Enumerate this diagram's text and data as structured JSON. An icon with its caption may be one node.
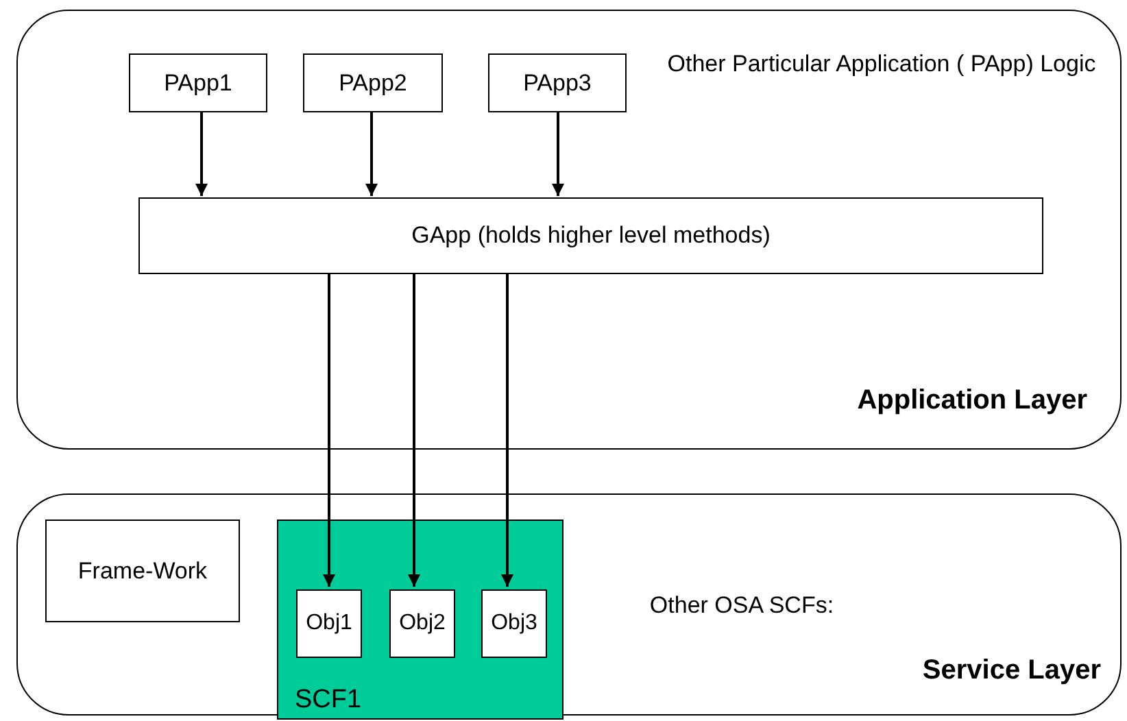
{
  "diagram": {
    "nodes": [
      {
        "text": [
          "Other Particular Application ( PApp) Logic",
          "Application Layer"
        ]
      },
      {
        "text": [
          "PApp1"
        ],
        "in": 0
      },
      {
        "text": [
          "PApp2"
        ],
        "in": 0
      },
      {
        "text": [
          "PApp3"
        ],
        "in": 0
      },
      {
        "text": [
          "GApp (holds higher level methods)"
        ],
        "in": 0
      },
      {
        "text": [
          "Other OSA SCFs:",
          "Service Layer"
        ]
      },
      {
        "text": [
          "Frame-Work"
        ],
        "in": 5
      },
      {
        "text": [
          "SCF1"
        ],
        "in": 5
      },
      {
        "text": [
          "Obj1"
        ],
        "in": 7
      },
      {
        "text": [
          "Obj2"
        ],
        "in": 7
      },
      {
        "text": [
          "Obj3"
        ],
        "in": 7
      }
    ],
    "edges": [
      {
        "from": 1,
        "to": 4,
        "arrow": "to"
      },
      {
        "from": 2,
        "to": 4,
        "arrow": "to"
      },
      {
        "from": 3,
        "to": 4,
        "arrow": "to"
      },
      {
        "from": 4,
        "to": 8,
        "arrow": "to"
      },
      {
        "from": 4,
        "to": 9,
        "arrow": "to"
      },
      {
        "from": 4,
        "to": 10,
        "arrow": "to"
      }
    ]
  }
}
